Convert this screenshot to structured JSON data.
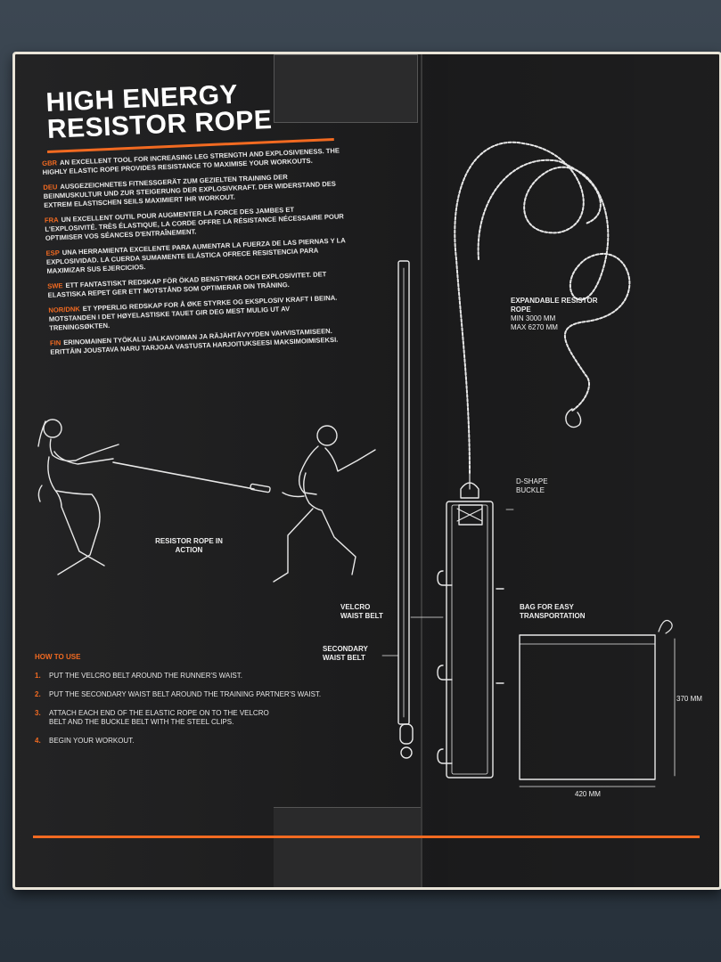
{
  "title": {
    "line1": "HIGH ENERGY",
    "line2": "RESISTOR ROPE"
  },
  "descriptions": [
    {
      "code": "GBR",
      "text": "AN EXCELLENT TOOL FOR INCREASING LEG STRENGTH AND EXPLOSIVENESS. THE HIGHLY ELASTIC ROPE PROVIDES RESISTANCE TO MAXIMISE YOUR WORKOUTS."
    },
    {
      "code": "DEU",
      "text": "AUSGEZEICHNETES FITNESSGERÄT ZUM GEZIELTEN TRAINING DER BEINMUSKULTUR UND ZUR STEIGERUNG DER EXPLOSIVKRAFT. DER WIDERSTAND DES EXTREM ELASTISCHEN SEILS MAXIMIERT IHR WORKOUT."
    },
    {
      "code": "FRA",
      "text": "UN EXCELLENT OUTIL POUR AUGMENTER LA FORCE DES JAMBES ET L'EXPLOSIVITÉ. TRÈS ÉLASTIQUE, LA CORDE OFFRE LA RÉSISTANCE NÉCESSAIRE POUR OPTIMISER VOS SÉANCES D'ENTRAÎNEMENT."
    },
    {
      "code": "ESP",
      "text": "UNA HERRAMIENTA EXCELENTE PARA AUMENTAR LA FUERZA DE LAS PIERNAS Y LA EXPLOSIVIDAD. LA CUERDA SUMAMENTE ELÁSTICA OFRECE RESISTENCIA PARA MAXIMIZAR SUS EJERCICIOS."
    },
    {
      "code": "SWE",
      "text": "ETT FANTASTISKT REDSKAP FÖR ÖKAD BENSTYRKA OCH EXPLOSIVITET. DET ELASTISKA REPET GER ETT MOTSTÅND SOM OPTIMERAR DIN TRÄNING."
    },
    {
      "code": "NOR/DNK",
      "text": "ET YPPERLIG REDSKAP FOR Å ØKE STYRKE OG EKSPLOSIV KRAFT I BEINA. MOTSTANDEN I DET HØYELASTISKE TAUET GIR DEG MEST MULIG UT AV TRENINGSØKTEN."
    },
    {
      "code": "FIN",
      "text": "ERINOMAINEN TYÖKALU JALKAVOIMAN JA RÄJÄHTÄVYYDEN VAHVISTAMISEEN. ERITTÄIN JOUSTAVA NARU TARJOAA VASTUSTA HARJOITUKSEESI MAKSIMOIMISEKSI."
    }
  ],
  "illustration_labels": {
    "in_action": "RESISTOR ROPE IN ACTION",
    "expandable": "EXPANDABLE RESISTOR ROPE",
    "min": "MIN 3000 MM",
    "max": "MAX 6270 MM",
    "d_shape": "D-SHAPE BUCKLE",
    "velcro": "VELCRO WAIST BELT",
    "secondary": "SECONDARY WAIST BELT",
    "bag": "BAG FOR EASY TRANSPORTATION",
    "height": "370 MM",
    "width": "420 MM"
  },
  "how_to_use": {
    "title": "HOW TO USE",
    "steps": [
      {
        "num": "1.",
        "text": "PUT THE VELCRO BELT AROUND THE RUNNER'S WAIST."
      },
      {
        "num": "2.",
        "text": "PUT THE SECONDARY WAIST BELT AROUND THE TRAINING PARTNER'S WAIST."
      },
      {
        "num": "3.",
        "text": "ATTACH EACH END OF THE ELASTIC ROPE ON TO THE VELCRO BELT AND THE BUCKLE BELT WITH THE STEEL CLIPS."
      },
      {
        "num": "4.",
        "text": "BEGIN YOUR WORKOUT."
      }
    ]
  },
  "colors": {
    "accent": "#f26a21",
    "box": "#1f1f20",
    "line_art": "#e8e8e8"
  }
}
